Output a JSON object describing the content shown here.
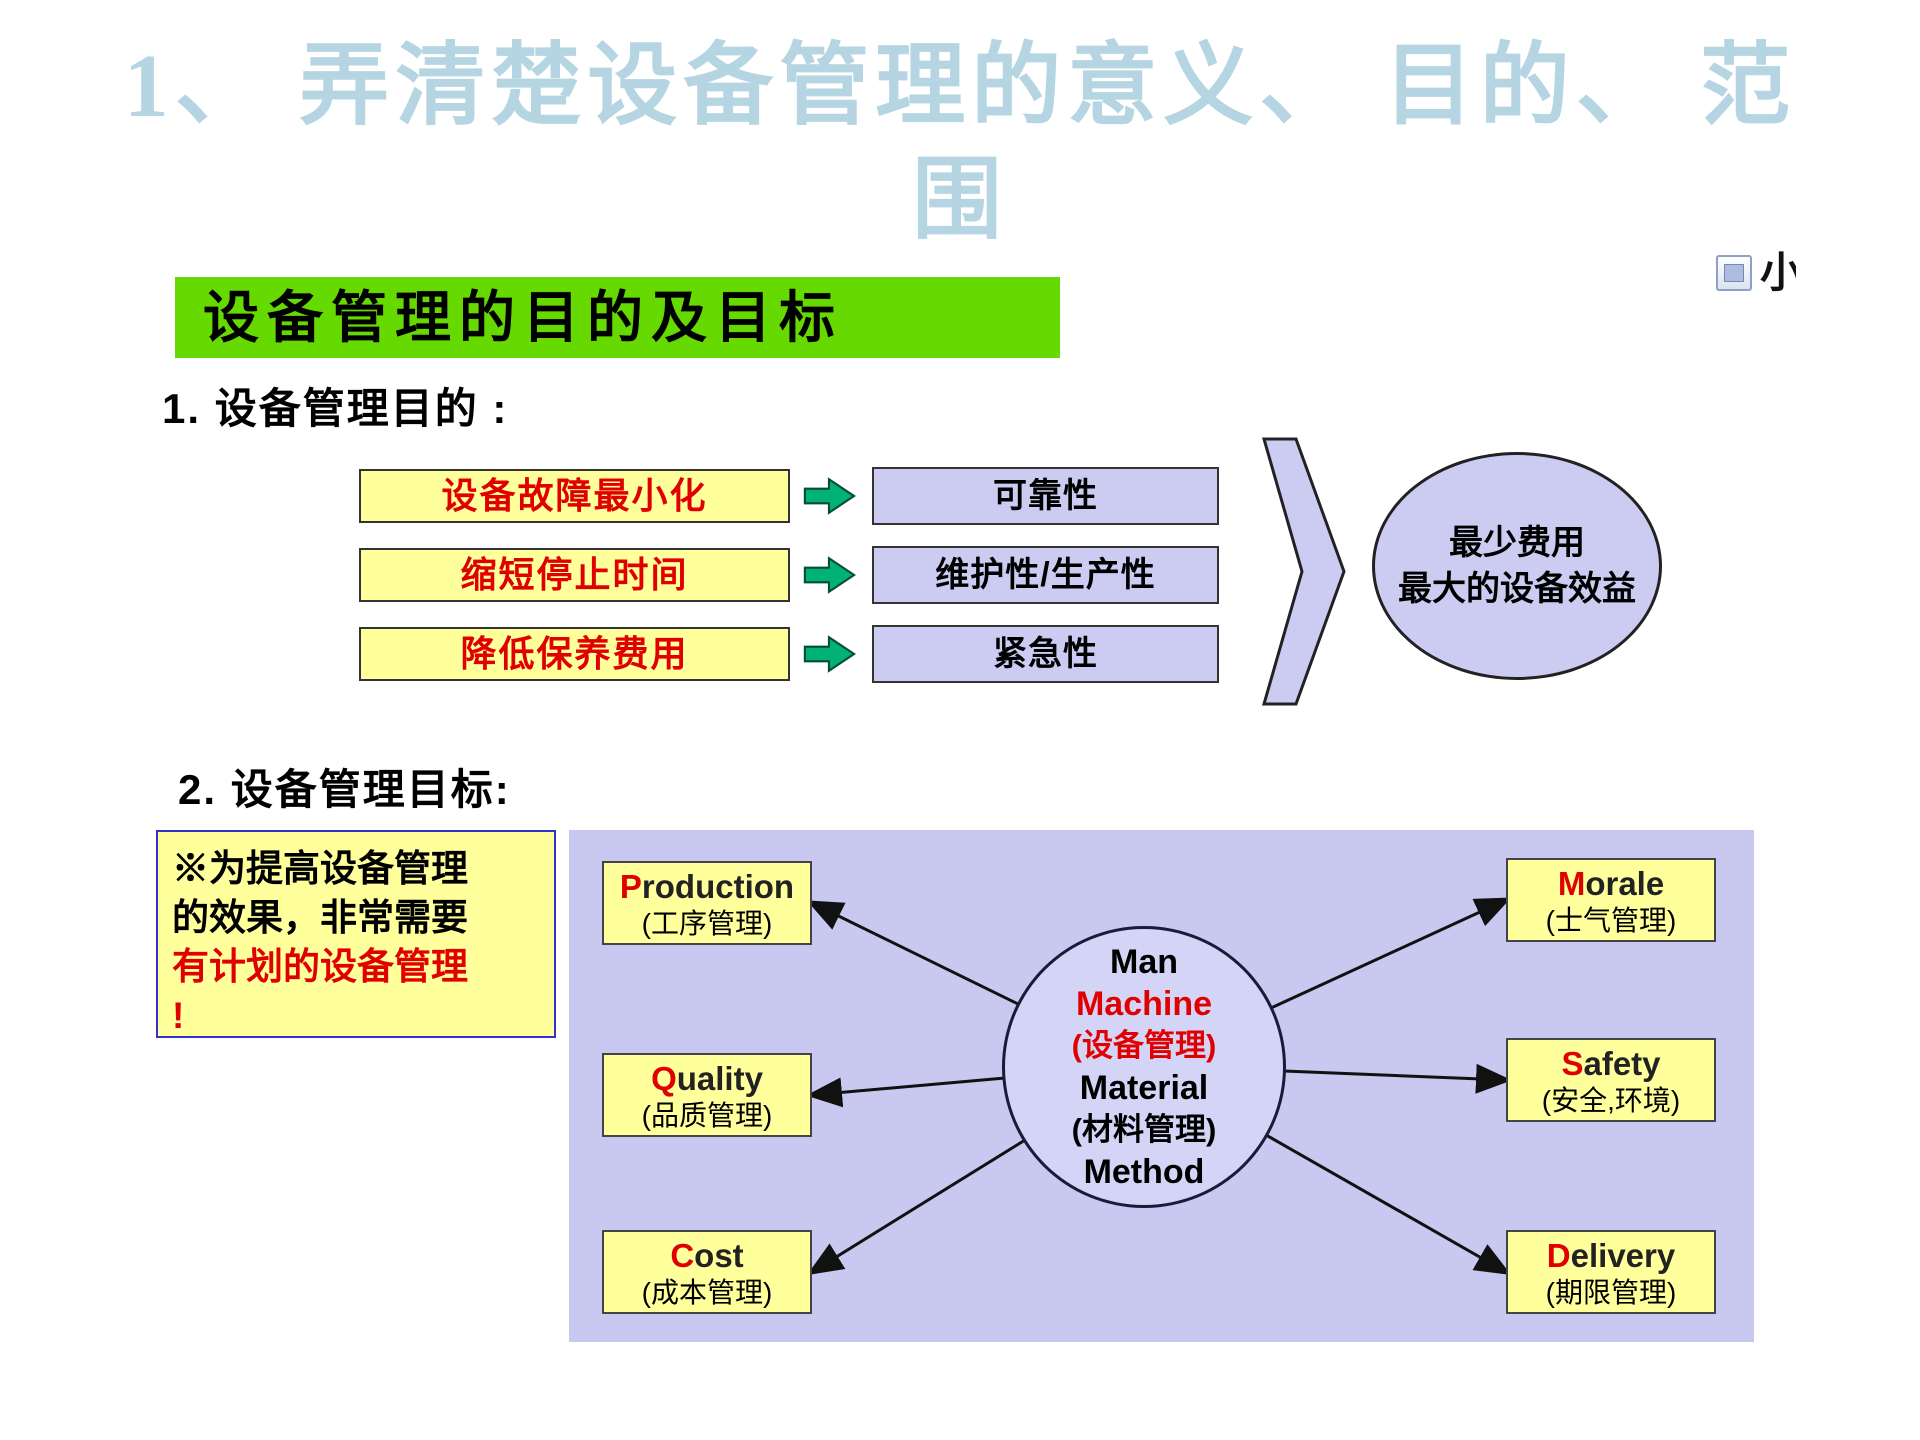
{
  "title": {
    "line1": "1、 弄清楚设备管理的意义、 目的、 范",
    "line2": "围"
  },
  "toolbar": {
    "partial_glyph": "小"
  },
  "banner": "设备管理的目的及目标",
  "section1": {
    "heading": "1.  设备管理目的  :",
    "rows": [
      {
        "cause": "设备故障最小化",
        "effect": "可靠性"
      },
      {
        "cause": "缩短停止时间",
        "effect": "维护性/生产性"
      },
      {
        "cause": "降低保养费用",
        "effect": "紧急性"
      }
    ],
    "result": {
      "line1": "最少费用",
      "line2": "最大的设备效益"
    }
  },
  "section2": {
    "heading": "2.  设备管理目标:",
    "note": {
      "line1": "※为提高设备管理",
      "line2": "的效果，非常需要",
      "line3": "有计划的设备管理",
      "line4": "!"
    },
    "center": {
      "man": "Man",
      "machine": "Machine",
      "machine_cn": "(设备管理)",
      "material": "Material",
      "material_cn": "(材料管理)",
      "method": "Method"
    },
    "nodes": [
      {
        "initial": "P",
        "rest": "roduction",
        "sub": "(工序管理)"
      },
      {
        "initial": "Q",
        "rest": "uality",
        "sub": "(品质管理)"
      },
      {
        "initial": "C",
        "rest": "ost",
        "sub": "(成本管理)"
      },
      {
        "initial": "M",
        "rest": "orale",
        "sub": "(士气管理)"
      },
      {
        "initial": "S",
        "rest": "afety",
        "sub": "(安全,环境)"
      },
      {
        "initial": "D",
        "rest": "elivery",
        "sub": "(期限管理)"
      }
    ]
  },
  "colors": {
    "title-color": "#b6d5e2",
    "banner-bg": "#66d900",
    "box-yellow": "#ffff9c",
    "box-lavender": "#ccccf2",
    "panel-bg": "#c8c8f0",
    "circle-bg": "#d4d4f6",
    "accent-red": "#e00000",
    "green-arrow": "#00b273",
    "note-border": "#3333cc"
  }
}
